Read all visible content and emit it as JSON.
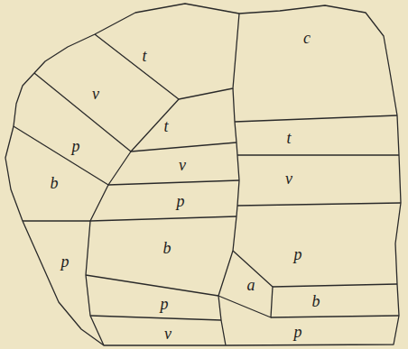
{
  "diagram": {
    "labels": [
      "c",
      "t",
      "v",
      "t",
      "t",
      "p",
      "v",
      "v",
      "b",
      "p",
      "b",
      "p",
      "p",
      "a",
      "b",
      "p",
      "p",
      "v"
    ]
  }
}
